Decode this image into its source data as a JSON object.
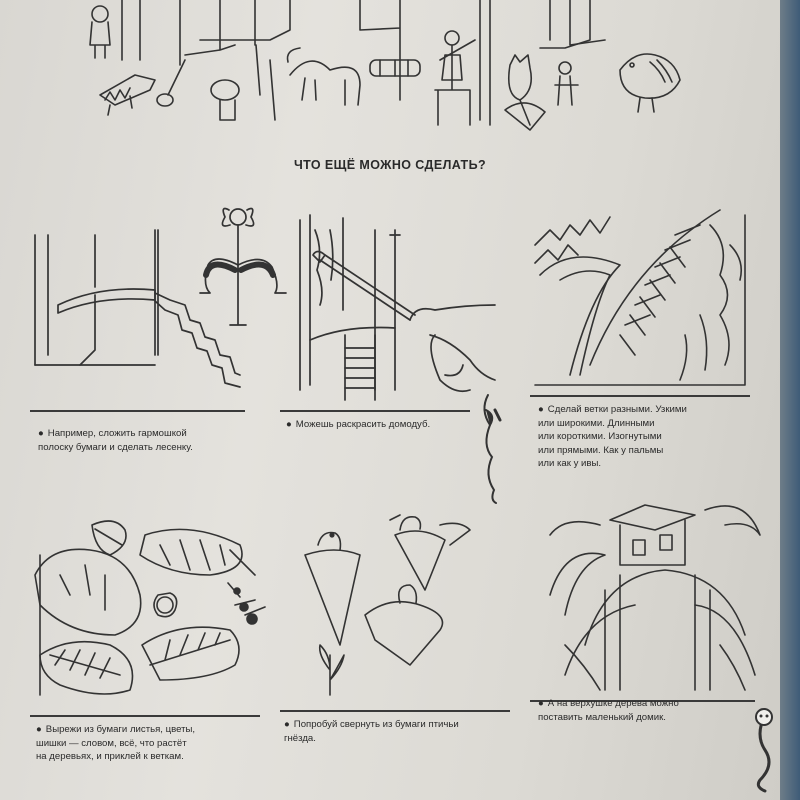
{
  "heading": "ЧТО ЕЩЁ МОЖНО СДЕЛАТЬ?",
  "captions": [
    "Например, сложить гармошкой\nполоску бумаги и сделать лесенку.",
    "Можешь раскрасить домодуб.",
    "Сделай ветки разными. Узкими\nили широкими. Длинными\nили короткими. Изогнутыми\nили прямыми. Как у пальмы\nили как у ивы.",
    "Вырежи из бумаги листья, цветы,\nшишки — словом, всё, что растёт\nна деревьях, и приклей к веткам.",
    "Попробуй свернуть из бумаги птичьи\nгнёзда.",
    "А на верхушке дерева можно\nпоставить маленький домик."
  ],
  "bullet": "●",
  "icons": [
    "accordion-stairs-icon",
    "paintbrush-hand-icon",
    "branches-icon",
    "paper-leaves-icon",
    "paper-nests-icon",
    "treehouse-icon"
  ]
}
